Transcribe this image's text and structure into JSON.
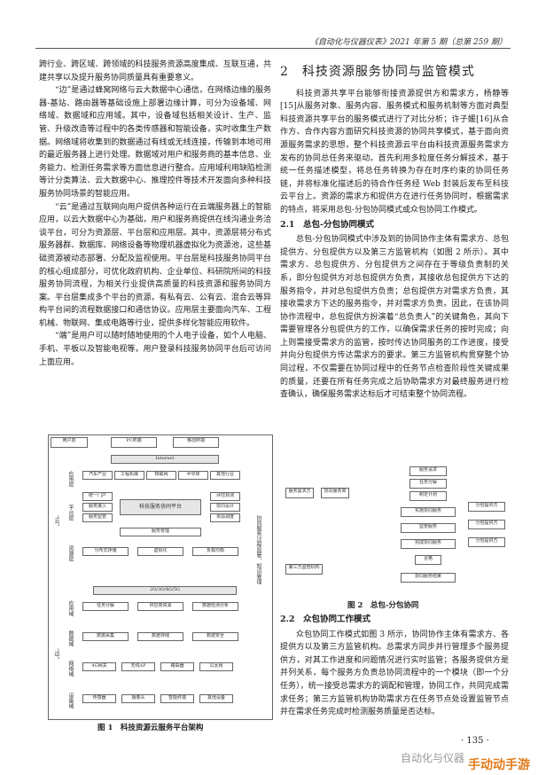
{
  "journal_header": "《自动化与仪器仪表》2021 年第 5 期（总第 259 期）",
  "left_col": {
    "p0": "跨行业、跨区域、跨领域的科技服务资源高度集成、互联互通，共建共享以及提升服务协同质量具有重要意义。",
    "p1": "“边”是通过蜂窝网络与云大数据中心通信，在网络边缘的服务器-基站、路由器等基础设施上部署边缘计算，可分为设备域、网络域、数据域和应用域。其中，设备域包括相关设计、生产、监管、升级改造等过程中的各类传感器和智能设备，实时收集生产数据。网络域将收集到的数据通过有线或无线连接，传输到本地可用的最近服务器上进行处理。数据域对用户和服务商的基本信息、业务能力、检测任务需求等方面信息进行整合。应用域利用缺陷检测等计分类算法、云大数据中心、推理控件等技术开发面向多种科技服务协同场景的智能应用。",
    "p2": "“云”是通过互联网向用户提供各种运行在云端服务器上的智能应用，以云大数据中心为基础，用户和服务商提供在线沟通业务洽谈平台，可分为资源层、平台层和应用层。其中，资源层将分布式服务器群、数据库、网络设备等物理机器虚拟化为资源池，这些基础资源被动态部署、分配及监视使用。平台层是科技服务协同平台的核心组成部分，可优化政府机构、企业单位、科研院所间的科技服务协同流程，为相关行业提供高质量的科技资源和服务协同方案。平台层集成多个平台的资源，有私有云、公有云、混合云等异构平台间的流程数据接口和通信协议。应用层主要面向汽车、工程机械、物联网、集成电路等行业，提供多样化智能应用软件。",
    "p3": "“端”是用户可以随时随地使用的个人电子设备，如个人电脑、手机、平板以及智能电视等，用户登录科技服务协同平台后可访问上面应用。"
  },
  "right_col": {
    "section2_title": "2　科技资源服务协同与监管模式",
    "p1": "科技资源共享平台能够衔接资源提供方和需求方，杨静等[15]从服务对象、服务内容、服务模式和服务机制等方面对典型科技资源共享平台的服务模式进行了对比分析；许子媛[16]从合作方、合作内容方面研究科技资源的协同共享模式，基于面向资源服务需求的思想，整个科技资源云平台由科技资源服务需求方发布的协同总任务来驱动。首先利用多粒度任务分解技术，基于统一任务描述模型，将总任务转换为存在时序约束的协同任务链，并将标准化描述后的待合作任务经 Web 封装后发布至科技云平台上。资源的需求方和提供方在进行任务协同时，根据需求的特点，将采用总包-分包协同模式或众包协同工作模式。",
    "s21_title": "2.1　总包-分包协同模式",
    "p2": "总包-分包协同模式中涉及到的协同协作主体有需求方、总包提供方、分包提供方以及第三方监管机构（如图 2 所示）。其中需求方、总包提供方、分包提供方之间存在于等级负责制的关系，即分包提供方对总包提供方负责，其接收总包提供方下达的服务指令，并对总包提供方负责；总包提供方对需求方负责，其接收需求方下达的服务指令，并对需求方负责。因此，在该协同协作流程中，总包提供方扮演着“总负责人”的关键角色，其向下需要管理各分包提供方的工作，以确保需求任务的按时完成；向上则需接受需求方的监管，按时传达协同服务的工作进度，接受并向分包提供方传达需求方的要求。第三方监管机构贯穿整个协同过程，不仅需要在协同过程中的任务节点检查阶段性关键成果的质量，还要在所有任务完成之后协助需求方对最终服务进行检查确认，确保服务需求达标后才可结束整个协同流程。",
    "s22_title": "2.2　众包协同工作模式",
    "p3": "众包协同工作模式如图 3 所示，协同协作主体有需求方、各提供方以及第三方监管机构。总需求方同步并行管理多个服务提供方，对其工作进度和问题情况进行实时监管；各服务提供方是并列关系，每个服务方负责总协同流程中的一个模块（即一个分任务），统一接受总需求方的调配和管理，协同工作，共同完成需求任务；第三方监管机构协助需求方在任务节点处设置监管节点并在需求任务完成时检测服务质量是否达标。"
  },
  "figure1": {
    "caption": "图 1　科技资源云服务平台架构",
    "user_layer": "用户层",
    "pc": "PC终端",
    "mobile": "移动终端",
    "internet": "Internet",
    "cloud": "“云”",
    "edge": "“边”",
    "app_layer": "应用层",
    "apps": [
      "汽车产业",
      "工程机械",
      "物联网",
      "半导体",
      "其他行业"
    ],
    "platform_layer": "平台层",
    "platform_items": [
      "统一门户",
      "服务接入",
      "服务监管",
      "评估预测",
      "协同设计",
      "资源调度",
      "服务管理"
    ],
    "platform_core": "科技服务协同平台",
    "resource_layer": "资源层",
    "resource_items": [
      "分布式存储",
      "虚拟化",
      "负载均衡"
    ],
    "network": "2G/3G/4G/5G",
    "edge_app": "应用域",
    "edge_data": "数据域",
    "edge_net": "网络域",
    "edge_dev": "设备域",
    "edge_app_items": [
      "任务分解",
      "供应商资源",
      "数据检测分析"
    ],
    "edge_data_items": [
      "数据采集",
      "数据存储",
      "数据安全"
    ],
    "edge_net_items": [
      "4G网关",
      "无线AP",
      "路由器",
      "以太网"
    ],
    "edge_dev_items": [
      "传感器",
      "摄像头",
      "智能终端",
      "其他设备"
    ],
    "side": "协同服务过程监管、知识管理"
  },
  "figure2": {
    "caption": "图 2　总包-分包协同",
    "roles": [
      "服务需求方",
      "协同服务商",
      "第三方监管机构"
    ],
    "steps": [
      "服务请求",
      "任务分解",
      "制定计划",
      "实施协同服务",
      "监管服务",
      "完成协同服务",
      "合格",
      "协同服务结束"
    ],
    "subs": [
      "分包提供方",
      "分包提供方",
      "分包提供方"
    ]
  },
  "page_number": "· 135 ·",
  "watermark": "自动化与仪器",
  "watermark_logo": "手动动手游"
}
